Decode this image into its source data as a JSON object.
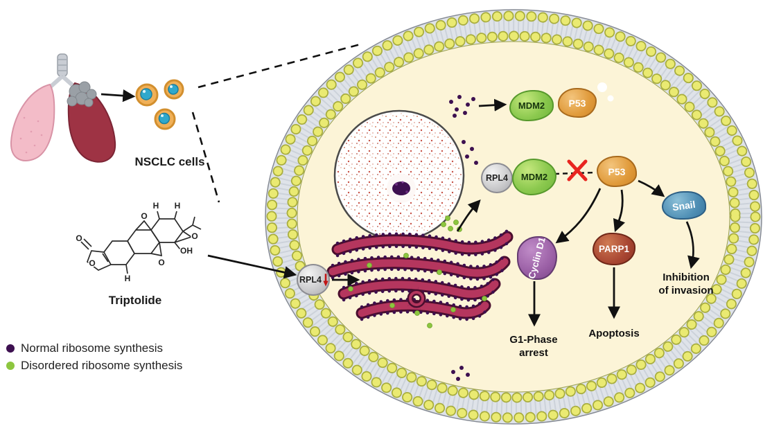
{
  "figure": {
    "nsclc_label": "NSCLC cells",
    "triptolide_label": "Triptolide"
  },
  "legend": {
    "items": [
      {
        "label": "Normal ribosome synthesis",
        "color": "#3d1050"
      },
      {
        "label": "Disordered ribosome synthesis",
        "color": "#8dc63f"
      }
    ]
  },
  "nodes": {
    "rpl4_cyto": "RPL4",
    "rpl4_complex": "RPL4",
    "mdm2_top": "MDM2",
    "p53_top": "P53",
    "mdm2_complex": "MDM2",
    "p53_mid": "P53",
    "cyclin_d1": "Cyclin D1",
    "parp1": "PARP1",
    "snail": "Snail"
  },
  "outcomes": {
    "g1_arrest": "G1-Phase arrest",
    "apoptosis": "Apoptosis",
    "invasion": "Inhibition of invasion"
  },
  "chem": {
    "atoms": [
      {
        "t": "O"
      },
      {
        "t": "O"
      },
      {
        "t": "O"
      },
      {
        "t": "O"
      },
      {
        "t": "O"
      },
      {
        "t": "OH"
      },
      {
        "t": "H"
      },
      {
        "t": "H"
      },
      {
        "t": "H"
      }
    ]
  },
  "colors": {
    "membrane_yellow": "#eaea72",
    "mdm2_green": "#8cc94f",
    "p53_orange": "#e09a3a",
    "cyclin_purple": "#9a5fa5",
    "parp1_brick": "#a84632",
    "snail_blue": "#4f8fb5",
    "inhibit_x_red": "#e8251f",
    "rpl4_down_red": "#c11515",
    "normal_dot": "#3d1050",
    "disordered_dot": "#8dc63f"
  }
}
